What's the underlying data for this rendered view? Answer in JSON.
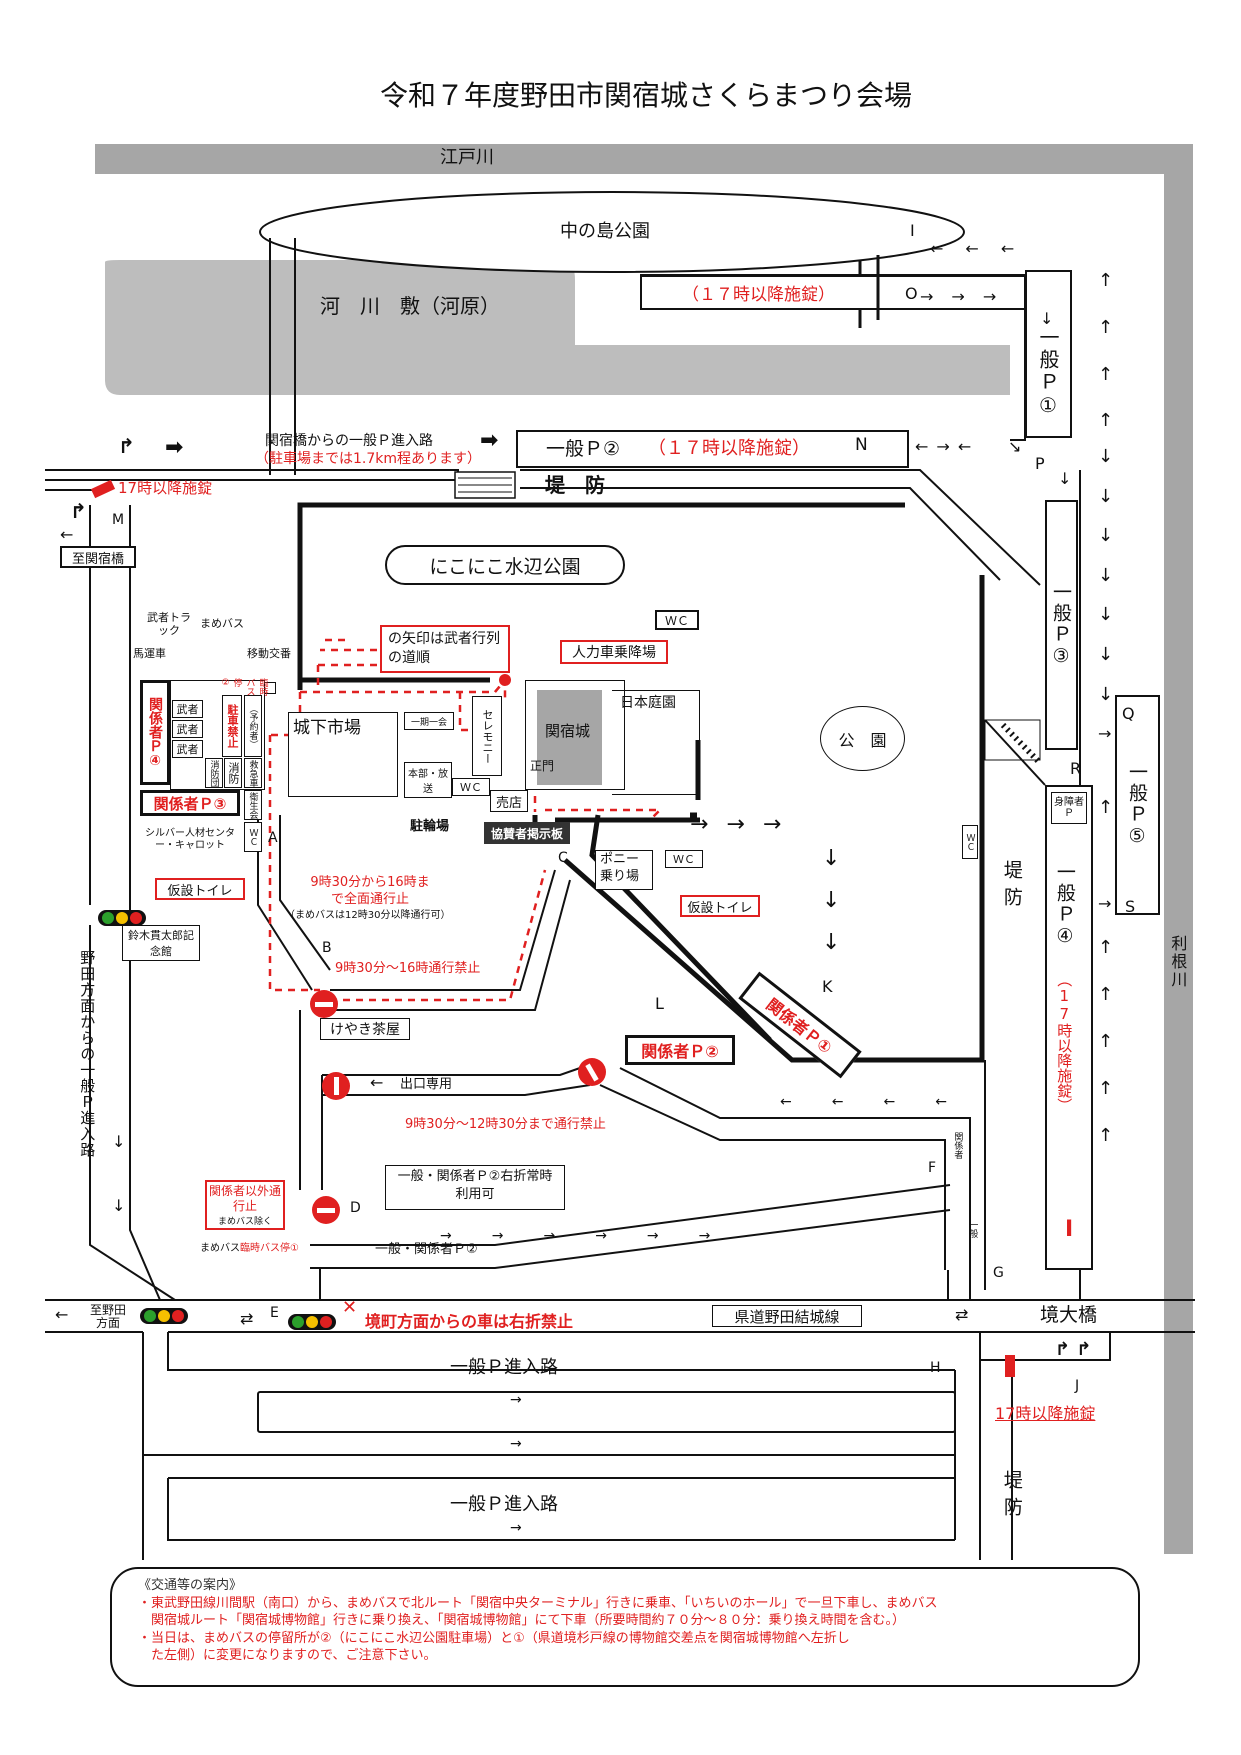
{
  "title": "令和７年度野田市関宿城さくらまつり会場",
  "places": {
    "edogawa": "江戸川",
    "tonegawa": "利根川",
    "nakanoshima": "中の島公園",
    "kasenjiki": "河　川　敷（河原）",
    "teibo_top": "堤　防",
    "teibo_right": "堤防",
    "teibo_bottom": "堤防",
    "nikoniko": "にこにこ水辺公園",
    "koen": "公　園",
    "sekiyadojo": "関宿城",
    "nihonteien": "日本庭園",
    "jokaichiba": "城下市場",
    "ceremony": "セレモニー",
    "ichigoichie": "一期一会",
    "honbu": "本部・放送",
    "seimon": "正門",
    "baiten": "売店",
    "chulinjo": "駐輪場",
    "kyosansha": "協賛者掲示板",
    "pony": "ポニー乗り場",
    "keyaki": "けやき茶屋",
    "suzuki": "鈴木貫太郎記念館",
    "silver": "シルバー人材センター・キャロット",
    "kenro": "県道野田結城線",
    "sakaiohashi": "境大橋",
    "to_sekiyado": "至関宿橋",
    "to_noda": "至野田方面",
    "noda_route": "野田方面からの一般Ｐ進入路"
  },
  "parking": {
    "p1": "一般Ｐ①",
    "p2": "一般Ｐ②",
    "p2_lock": "（１７時以降施錠）",
    "p3": "一般Ｐ③",
    "p4": "一般Ｐ④",
    "p4_lock": "（17時以降施錠）",
    "p5": "一般Ｐ⑤",
    "shogaisha": "身障者Ｐ",
    "kankeisha1": "関係者Ｐ①",
    "kankeisha2": "関係者Ｐ②",
    "kankeisha3": "関係者Ｐ③",
    "kankeisha4": "関係者Ｐ④",
    "top_lock": "（１７時以降施錠）"
  },
  "roads": {
    "sekiyado_entry": "関宿橋からの一般Ｐ進入路",
    "sekiyado_entry_note": "（駐車場までは1.7km程あります）",
    "lock17_left": "17時以降施錠",
    "lock17_bottom": "17時以降施錠",
    "ippan_shinyuro": "一般Ｐ進入路",
    "ippan_kankeisha": "一般・関係者Ｐ②",
    "ippan_kankeisha_right": "一般・関係者Ｐ②右折常時利用可",
    "deguchi": "出口専用",
    "closed_full": "9時30分から16時まで全面通行止",
    "closed_full_sub": "（まめバスは12時30分以降通行可）",
    "closed_b": "9時30分～16時通行禁止",
    "closed_c": "9時30分～12時30分まで通行禁止",
    "closed_d": "関係者以外通行止",
    "closed_d_sub": "まめバス除く",
    "no_right_turn": "境町方面からの車は右折禁止",
    "kankeisha_label": "関係者",
    "ippan_label": "一般"
  },
  "facilities": {
    "musha_arrow": "の矢印は武者行列の道順",
    "jinrikisha": "人力車乗降場",
    "wc": "ＷＣ",
    "karisetsu_toilet": "仮設トイレ",
    "mamebus": "まめバス",
    "bus_stop_2": "臨時バス停②",
    "bus_stop_1": "臨時バス停①",
    "ido_koban": "移動交番",
    "musha_truck": "武者トラック",
    "bashasha": "馬運車",
    "musha": "武者",
    "chusha_kinshi": "駐車禁止",
    "kyukyusha": "救急車",
    "shobodan": "消防団",
    "shobo": "消防",
    "eiseikai": "衛生会",
    "yoyaku": "（予約者）"
  },
  "points": [
    "A",
    "B",
    "C",
    "D",
    "E",
    "F",
    "G",
    "H",
    "I",
    "J",
    "K",
    "L",
    "M",
    "N",
    "O",
    "P",
    "Q",
    "R",
    "S"
  ],
  "notes": {
    "heading": "《交通等の案内》",
    "line1": "・東武野田線川間駅（南口）から、まめバスで北ルート「関宿中央ターミナル」行きに乗車、「いちいのホール」で一旦下車し、まめバス",
    "line2": "　関宿城ルート「関宿城博物館」行きに乗り換え、「関宿城博物館」にて下車（所要時間約７０分～８０分：乗り換え時間を含む。）",
    "line3": "・当日は、まめバスの停留所が②（にこにこ水辺公園駐車場）と①（県道境杉戸線の博物館交差点を関宿城博物館へ左折し",
    "line4": "　た左側）に変更になりますので、ご注意下さい。"
  },
  "colors": {
    "red": "#e02020",
    "grey": "#a6a6a6",
    "river": "#b3b3b3"
  }
}
